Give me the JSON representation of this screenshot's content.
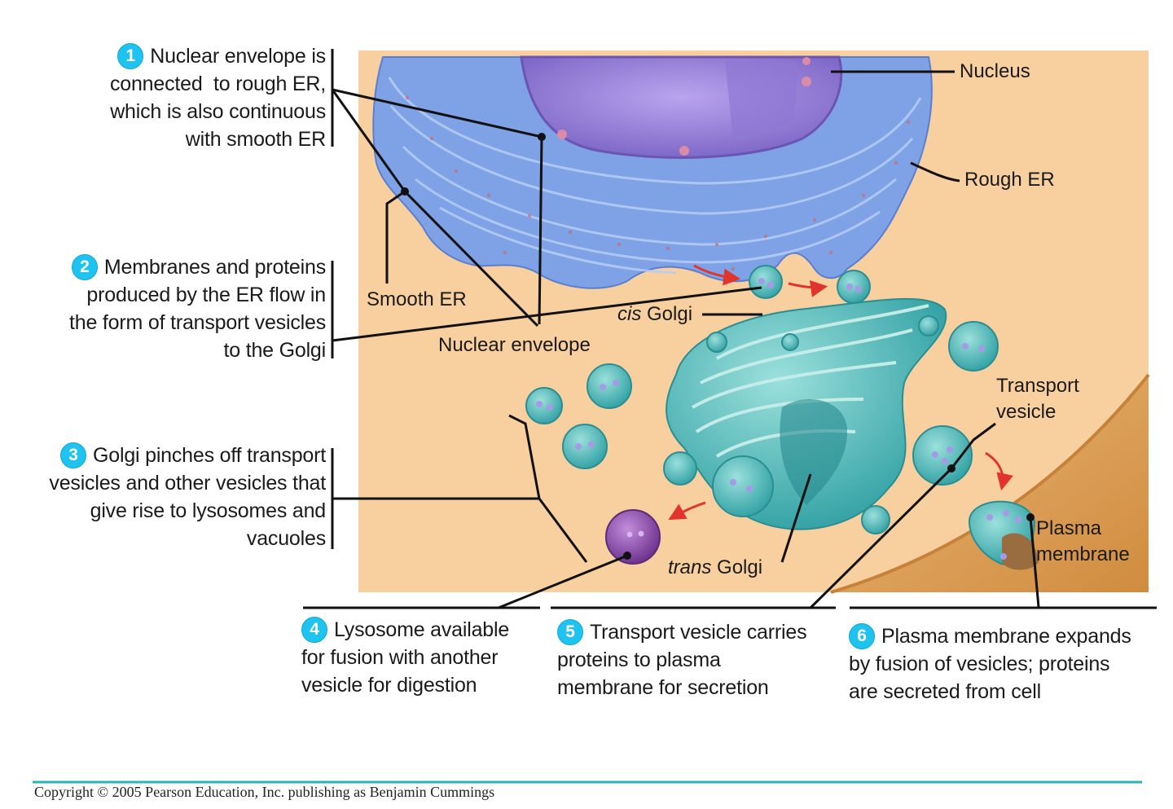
{
  "steps": [
    {
      "number": "1",
      "lines": [
        "Nuclear envelope is",
        "connected  to rough ER,",
        "which is also continuous",
        "with smooth ER"
      ]
    },
    {
      "number": "2",
      "lines": [
        "Membranes and proteins",
        "produced by the ER flow in",
        "the form of transport vesicles",
        "to the Golgi"
      ]
    },
    {
      "number": "3",
      "lines": [
        "Golgi pinches off transport",
        "vesicles and other vesicles that",
        "give rise to lysosomes and",
        "vacuoles"
      ]
    },
    {
      "number": "4",
      "lines": [
        "Lysosome available",
        "for fusion with another",
        "vesicle for digestion"
      ]
    },
    {
      "number": "5",
      "lines": [
        "Transport vesicle carries",
        "proteins to plasma",
        "membrane for secretion"
      ]
    },
    {
      "number": "6",
      "lines": [
        "Plasma membrane expands",
        "by fusion of vesicles; proteins",
        "are secreted from cell"
      ]
    }
  ],
  "labels": {
    "nucleus": "Nucleus",
    "rough_er": "Rough ER",
    "smooth_er": "Smooth ER",
    "nuclear_envelope": "Nuclear envelope",
    "cis_prefix": "cis",
    "cis_golgi": "Golgi",
    "trans_prefix": "trans",
    "trans_golgi": "Golgi",
    "transport_vesicle_1": "Transport",
    "transport_vesicle_2": "vesicle",
    "plasma_membrane_1": "Plasma",
    "plasma_membrane_2": "membrane"
  },
  "copyright": "Copyright © 2005 Pearson Education, Inc. publishing as Benjamin Cummings",
  "colors": {
    "cytoplasm": "#f8cf9e",
    "er_blue": "#7fa1e6",
    "nucleus_purple": "#9a82d8",
    "golgi_teal": "#3fb3b3",
    "lysosome_purple": "#8a4fa6",
    "exterior_tan": "#e0a25a",
    "badge_cyan": "#1ec3ef",
    "arrow_red": "#e0342c"
  }
}
